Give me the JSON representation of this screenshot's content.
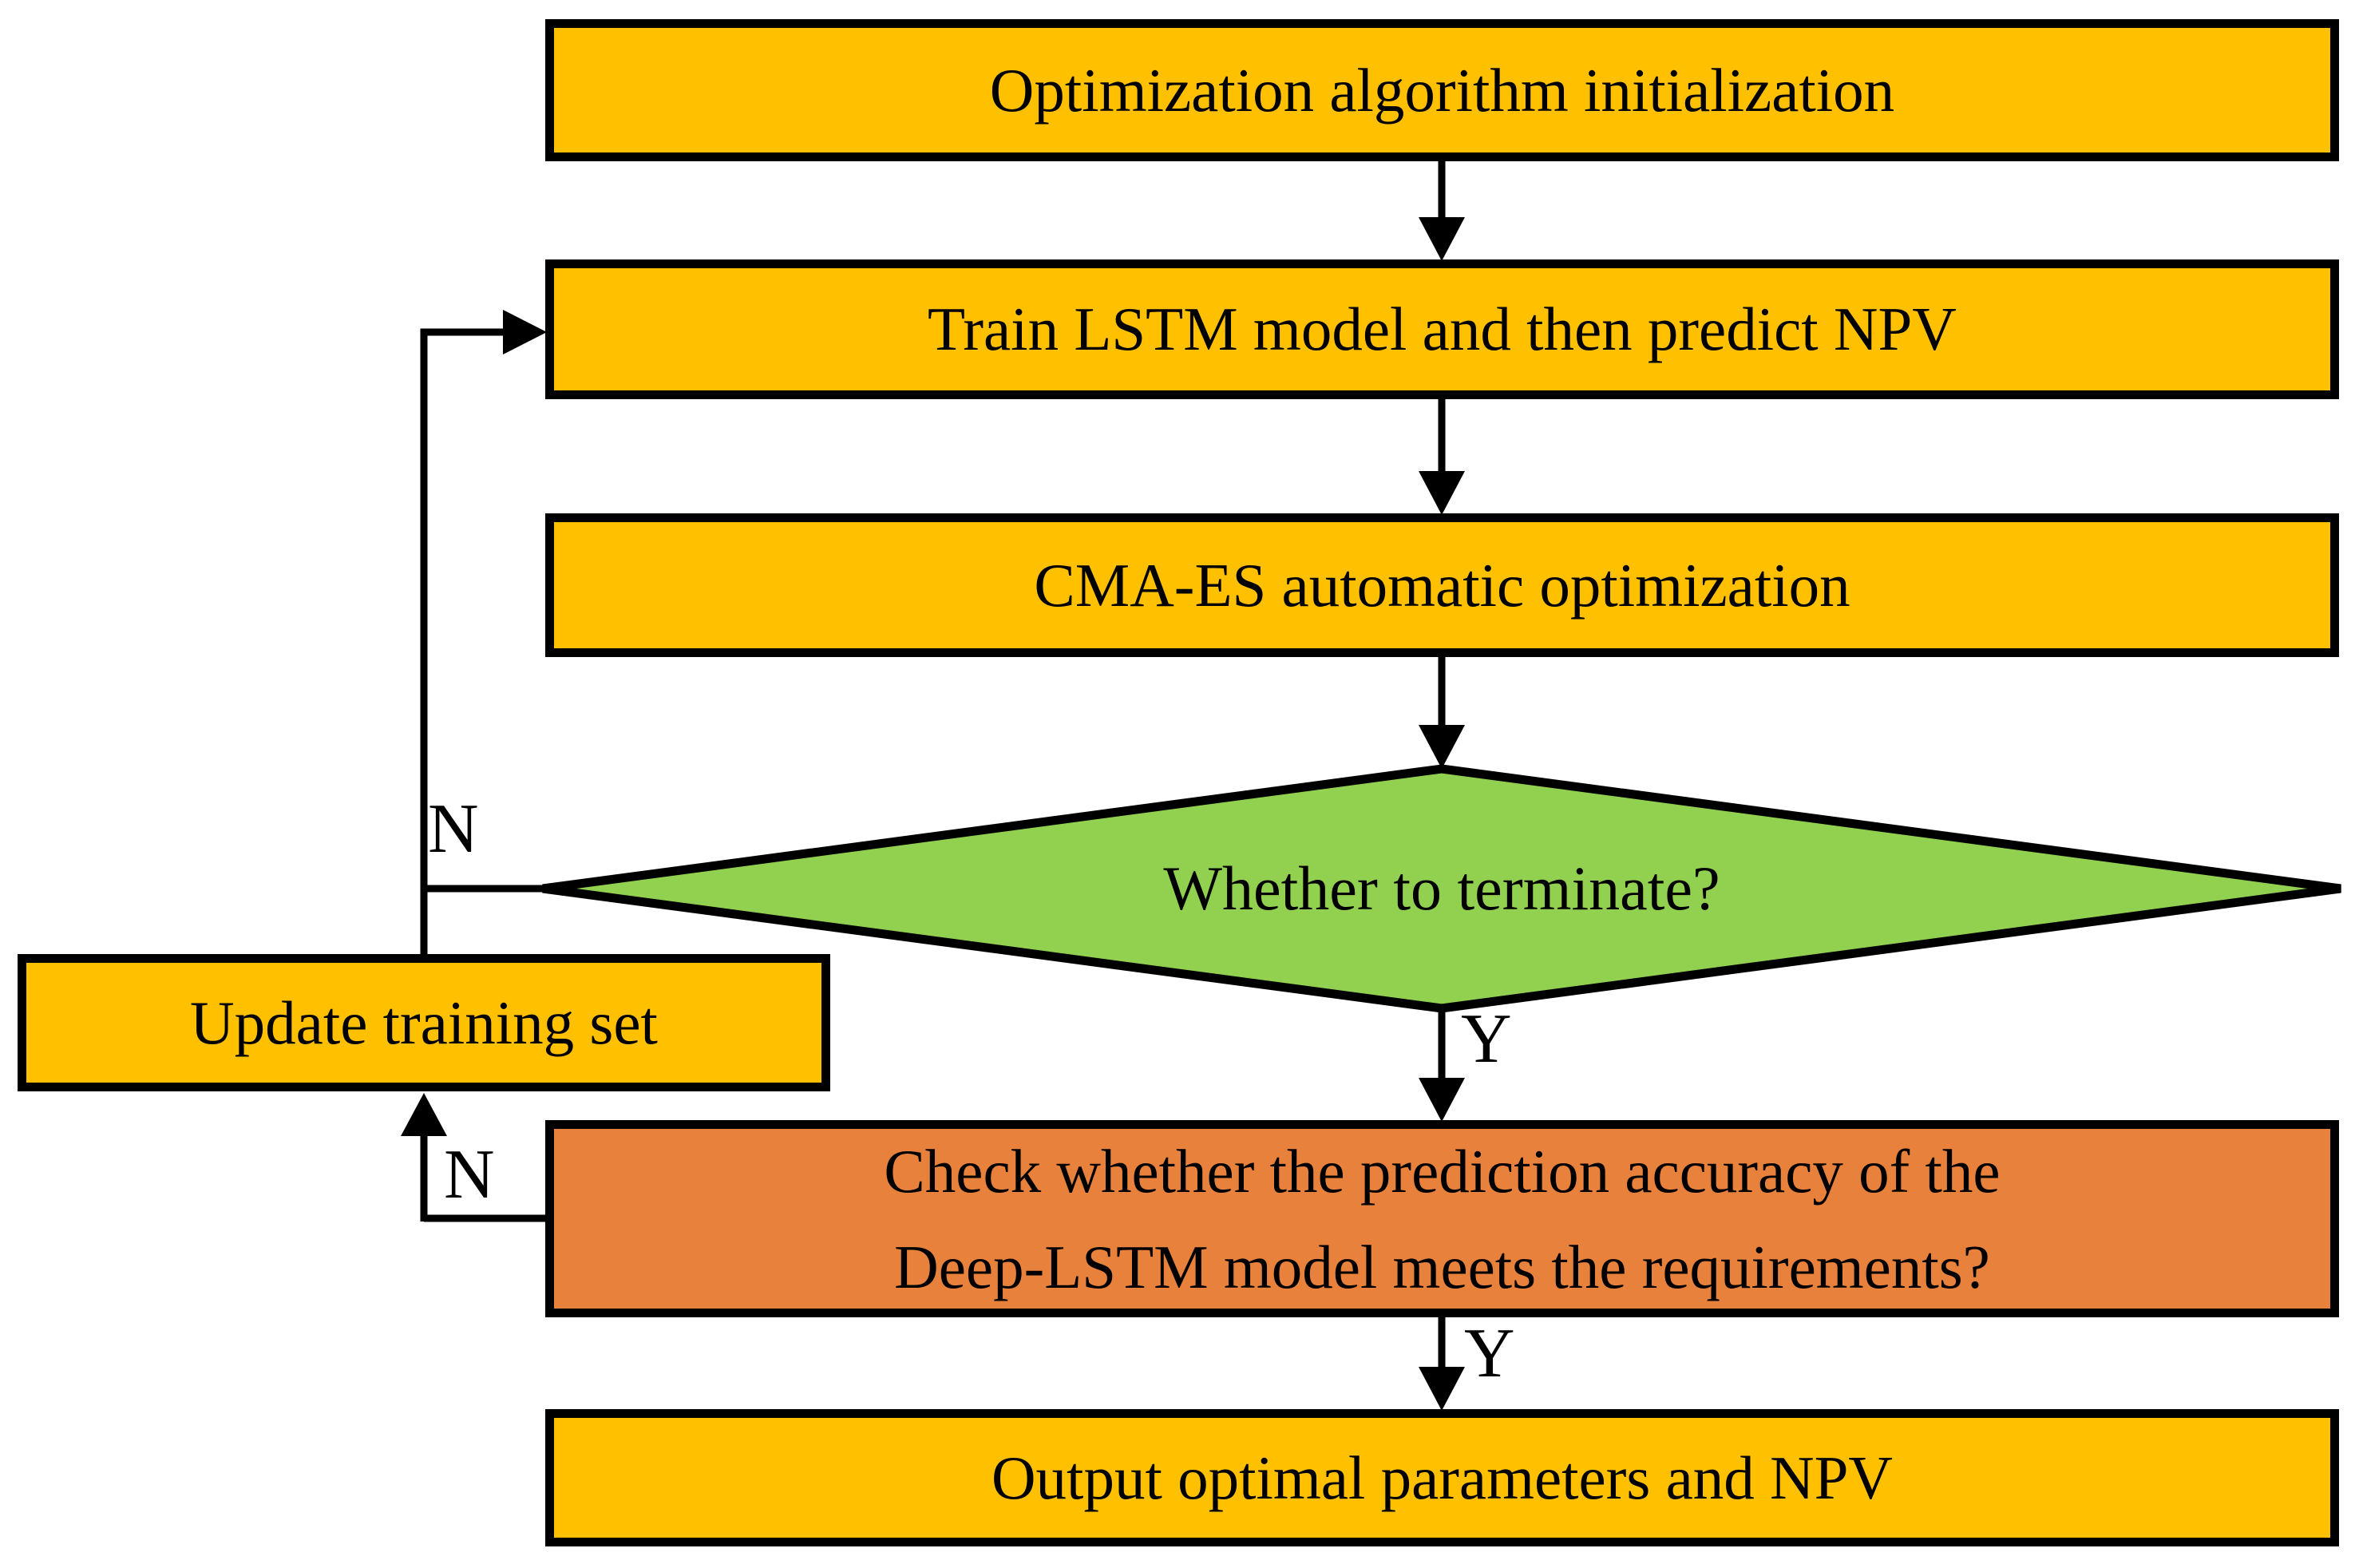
{
  "flowchart": {
    "colors": {
      "process_fill": "#FFC000",
      "decision_fill": "#92D050",
      "check_fill": "#E8813C",
      "border": "#000000",
      "text": "#000000",
      "background": "#FFFFFF"
    },
    "nodes": {
      "init": {
        "label": "Optimization algorithm initialization"
      },
      "train": {
        "label": "Train LSTM model and then predict NPV"
      },
      "cmaes": {
        "label": "CMA-ES automatic optimization"
      },
      "terminate": {
        "label": "Whether to terminate?"
      },
      "check": {
        "line1": "Check whether the prediction accuracy of the",
        "line2": "Deep-LSTM model meets the requirements?"
      },
      "output": {
        "label": "Output optimal parameters and NPV"
      },
      "update": {
        "label": "Update training set"
      }
    },
    "branch_labels": {
      "terminate_no": "N",
      "terminate_yes": "Y",
      "check_no": "N",
      "check_yes": "Y"
    }
  }
}
